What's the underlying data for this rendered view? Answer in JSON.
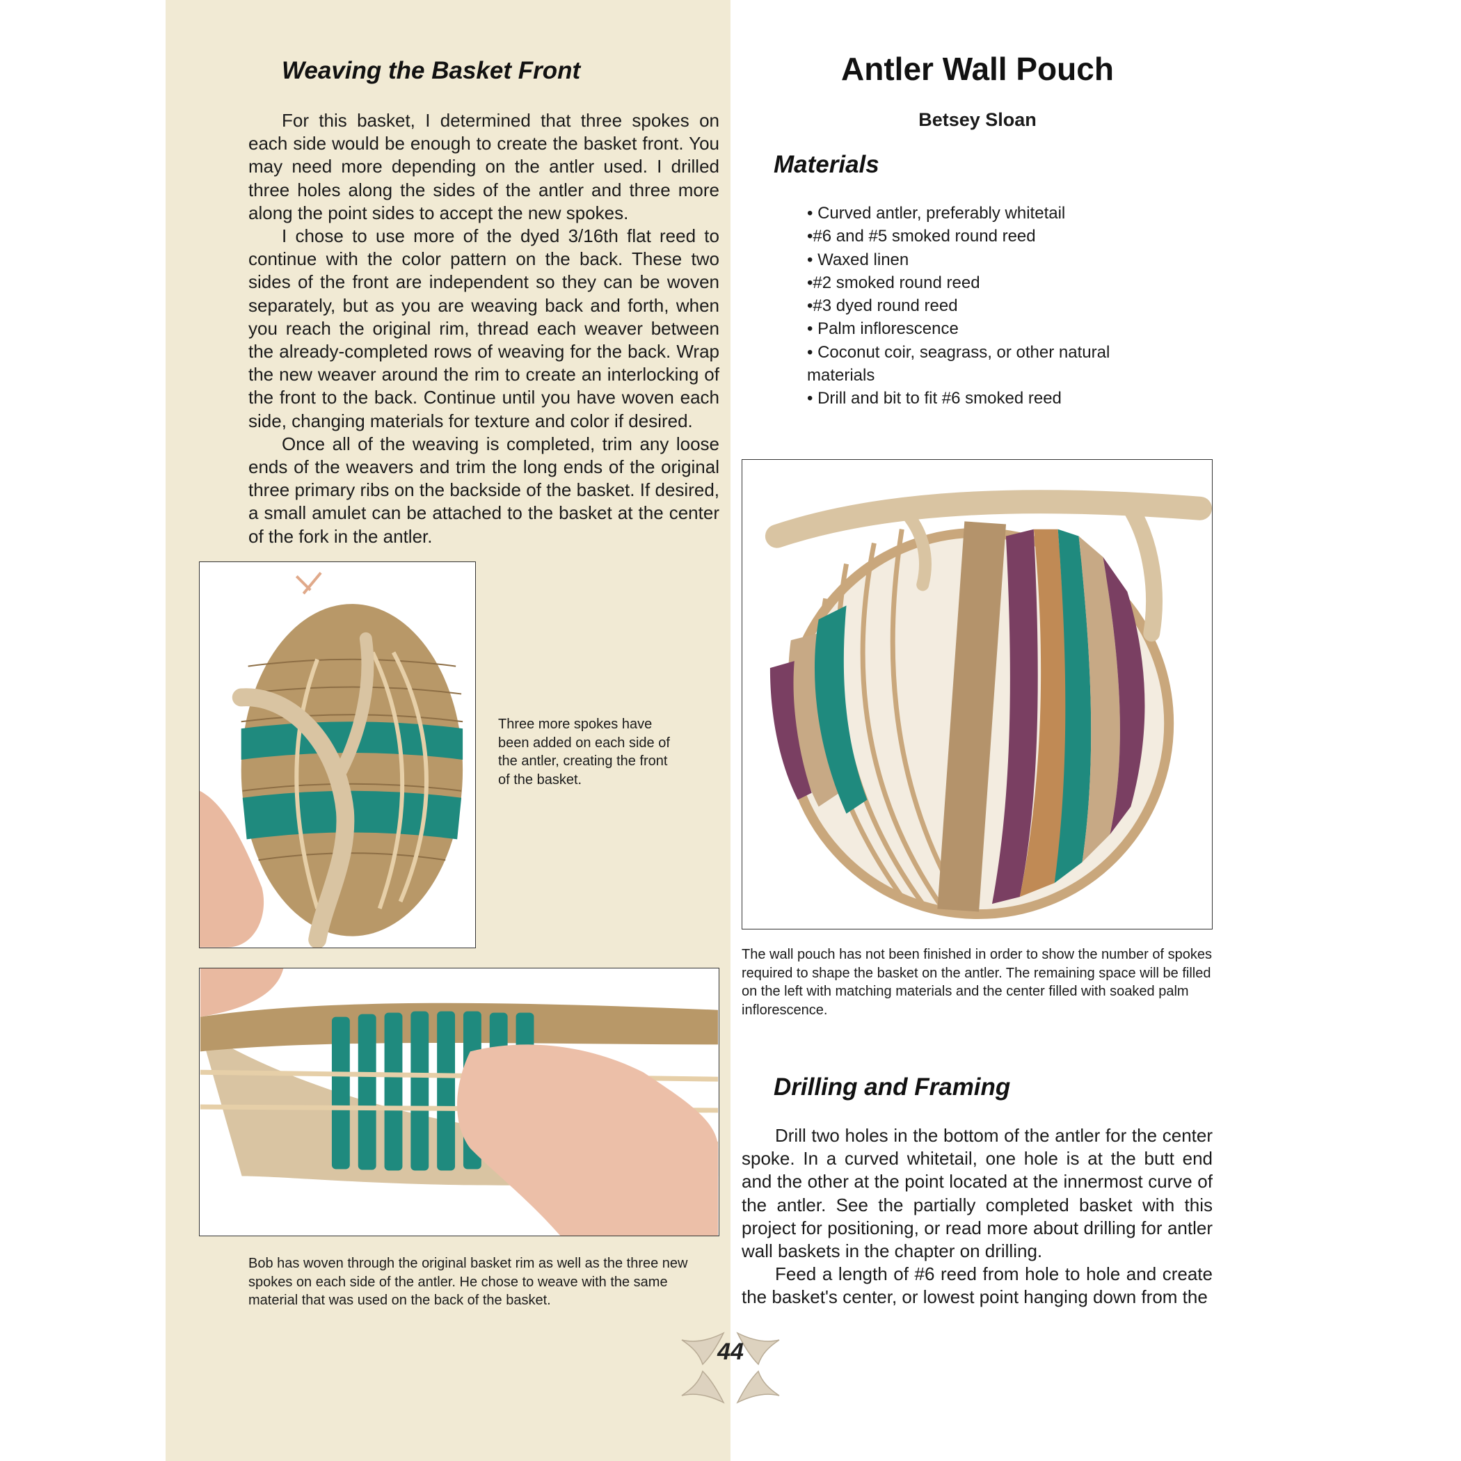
{
  "left": {
    "heading": "Weaving the Basket Front",
    "paragraphs": [
      "For this basket, I determined that three spokes on each side would be enough to create the basket front. You may need more depending on the antler used. I drilled three holes along the sides of the antler and three more along the point sides to accept the new spokes.",
      "I chose to use more of the dyed 3/16th flat reed to continue with the color pattern on the back. These two sides of the front are independent so they can be woven separately, but as you are weaving back and forth, when you reach the original rim, thread each weaver between the already-completed rows of weaving for the back. Wrap the new weaver around the rim to create an interlocking of the front to the back. Continue until you have woven each side, changing materials for texture and color if desired.",
      "Once all of the weaving is completed, trim any loose ends of the weavers and trim the long ends of the original three primary ribs on the backside of the basket. If desired, a small amulet can be attached to the basket at the center of the fork in the antler."
    ],
    "caption_1": "Three more spokes have been added on each side of the antler, creating the front of the basket.",
    "caption_2": "Bob has woven through the original basket rim as well as the three new spokes on each side of the antler. He chose to weave with the same material that was used on the back of the basket."
  },
  "right": {
    "title": "Antler Wall Pouch",
    "author": "Betsey Sloan",
    "materials_heading": "Materials",
    "materials": [
      "• Curved antler, preferably whitetail",
      "•#6 and #5 smoked round reed",
      "• Waxed linen",
      "•#2 smoked round reed",
      "•#3 dyed round reed",
      "• Palm inflorescence",
      "• Coconut coir, seagrass, or other natural materials",
      "• Drill and bit to fit #6 smoked reed"
    ],
    "caption_3": "The wall pouch has not been finished in order to show the number of spokes required to shape the basket on the antler. The remaining space will be filled on the left with matching materials and the center filled with soaked palm inflorescence.",
    "drilling_heading": "Drilling and Framing",
    "drilling_paragraphs": [
      "Drill two holes in the bottom of the antler for the center spoke. In a curved whitetail, one hole is at the butt end and the other at the point located at the innermost curve of the antler. See the partially completed basket with this project for positioning, or read more about drilling for antler wall baskets in the chapter on drilling.",
      "Feed a length of #6 reed from hole to hole and create the basket's center, or lowest point hanging down from the"
    ]
  },
  "page_number": "44",
  "colors": {
    "page_band": "#f1ead4",
    "teal": "#1f8a7e",
    "plum": "#7a3f62",
    "seagrass": "#b89868",
    "antler": "#d9c4a2"
  }
}
